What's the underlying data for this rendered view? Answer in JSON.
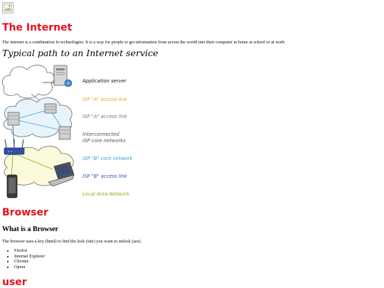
{
  "sections": {
    "internet": {
      "title": "The Internet",
      "description": "The internet is a combination fo technologies. It is a way for people to get information from across the world into their computer at home at school or at work"
    },
    "path": {
      "title": "Typical path to an Internet service",
      "legend": [
        {
          "label": "Application server",
          "color": "#111111"
        },
        {
          "label": "ISP \"A\" access link",
          "color": "#e8a33a"
        },
        {
          "label": "ISP \"A\" access link",
          "color": "#777777"
        },
        {
          "label": "Interconnected",
          "color": "#555555"
        },
        {
          "label": "ISP core networks",
          "color": "#555555"
        },
        {
          "label": "ISP \"B\" core network",
          "color": "#3aa0d8"
        },
        {
          "label": "ISP \"B\" access link",
          "color": "#2c5aa0"
        },
        {
          "label": "Local Area Network",
          "color": "#8db019"
        }
      ]
    },
    "browser": {
      "title": "Browser",
      "subtitle": "What is a Browser",
      "description": "The browser uses a key (html) to find the lock (site) you want to unlock (see).",
      "items": [
        "Firefox",
        "Internet Explorer",
        "Chrome",
        "Opera"
      ]
    },
    "user": {
      "title": "user"
    }
  },
  "colors": {
    "heading_red": "#e8101e"
  }
}
